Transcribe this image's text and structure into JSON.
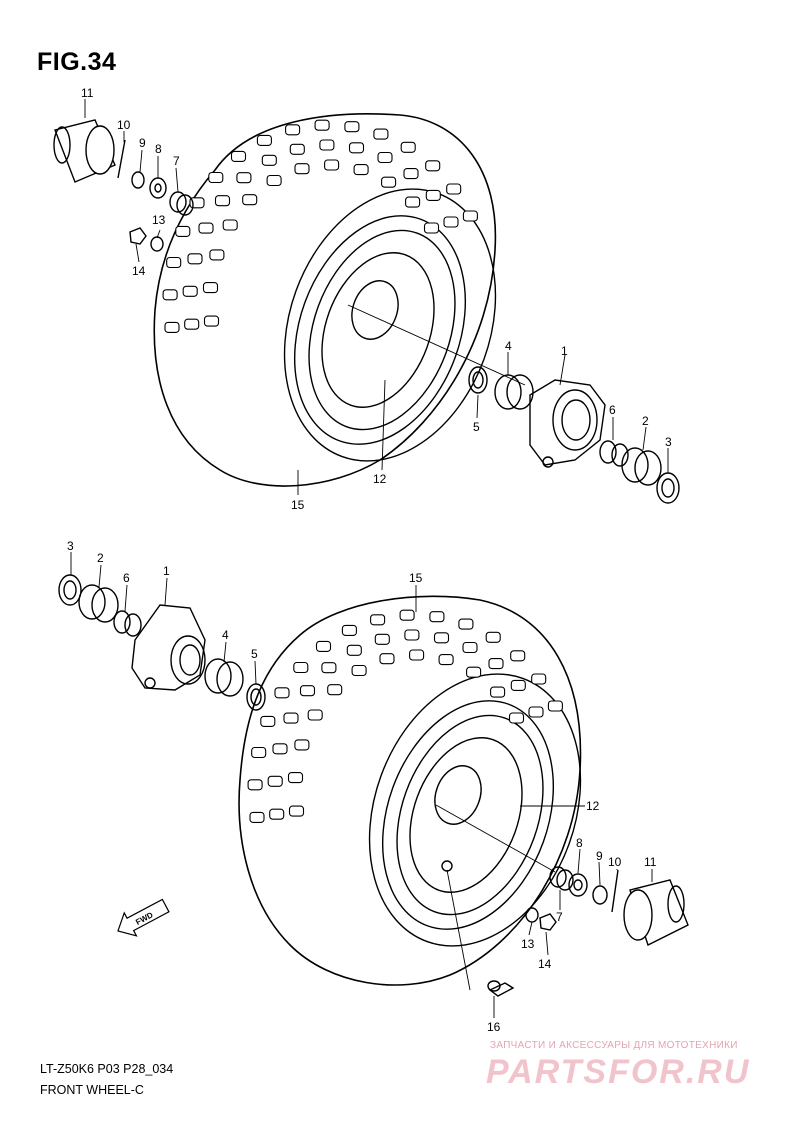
{
  "figure": {
    "title": "FIG.34",
    "code": "LT-Z50K6 P03 P28_034",
    "caption": "FRONT WHEEL-C"
  },
  "fwd_arrow_label": "FWD",
  "callouts": {
    "top": {
      "c1": "1",
      "c2": "2",
      "c3": "3",
      "c4": "4",
      "c5": "5",
      "c6": "6",
      "c7": "7",
      "c8": "8",
      "c9": "9",
      "c10": "10",
      "c11": "11",
      "c12": "12",
      "c13": "13",
      "c14": "14",
      "c15": "15"
    },
    "bottom": {
      "c1": "1",
      "c2": "2",
      "c3": "3",
      "c4": "4",
      "c5": "5",
      "c6": "6",
      "c7": "7",
      "c8": "8",
      "c9": "9",
      "c10": "10",
      "c11": "11",
      "c12": "12",
      "c13": "13",
      "c14": "14",
      "c15": "15",
      "c16": "16"
    }
  },
  "watermark": {
    "tagline": "ЗАПЧАСТИ И АКСЕССУАРЫ ДЛЯ МОТОТЕХНИКИ",
    "brand": "PARTSFOR.RU",
    "color": "#f1c4cc"
  }
}
